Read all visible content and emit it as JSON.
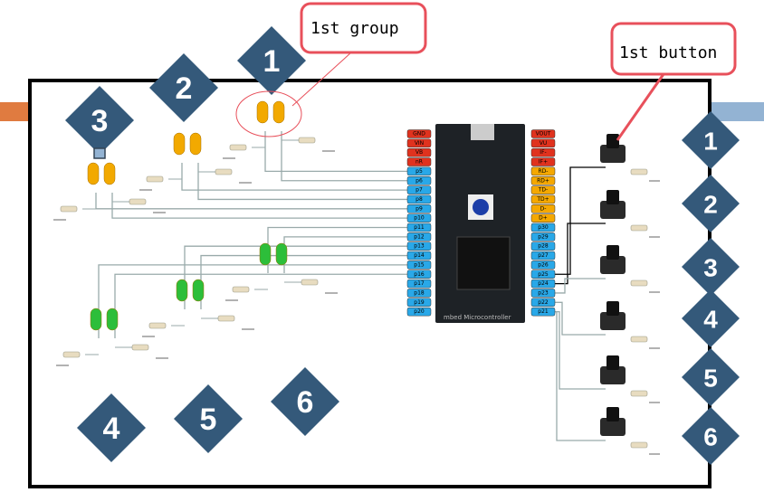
{
  "callouts": {
    "group": "1st group",
    "button": "1st button"
  },
  "left_markers": [
    "1",
    "2",
    "3",
    "4",
    "5",
    "6"
  ],
  "right_markers": [
    "1",
    "2",
    "3",
    "4",
    "5",
    "6"
  ],
  "board": {
    "label": "mbed Microcontroller",
    "left_pins": [
      "GND",
      "VIN",
      "VB",
      "nR",
      "p5",
      "p6",
      "p7",
      "p8",
      "p9",
      "p10",
      "p11",
      "p12",
      "p13",
      "p14",
      "p15",
      "p16",
      "p17",
      "p18",
      "p19",
      "p20"
    ],
    "right_pins": [
      "VOUT",
      "VU",
      "IF-",
      "IF+",
      "RD-",
      "RD+",
      "TD-",
      "TD+",
      "D-",
      "D+",
      "p30",
      "p29",
      "p28",
      "p27",
      "p26",
      "p25",
      "p24",
      "p23",
      "p22",
      "p21"
    ]
  },
  "led_groups": [
    {
      "color": "orange"
    },
    {
      "color": "orange"
    },
    {
      "color": "orange"
    },
    {
      "color": "green"
    },
    {
      "color": "green"
    },
    {
      "color": "green"
    }
  ],
  "colors": {
    "marker": "#34597A",
    "callout": "#E8505B",
    "left_bar": "#E07B40",
    "right_bar": "#93B3D3",
    "power_pin": "#E0321E",
    "io_pin": "#29A8E8",
    "usb_pin": "#F5A800",
    "led_orange": "#F2A900",
    "led_green": "#2DBE3A",
    "board": "#1E2226"
  }
}
